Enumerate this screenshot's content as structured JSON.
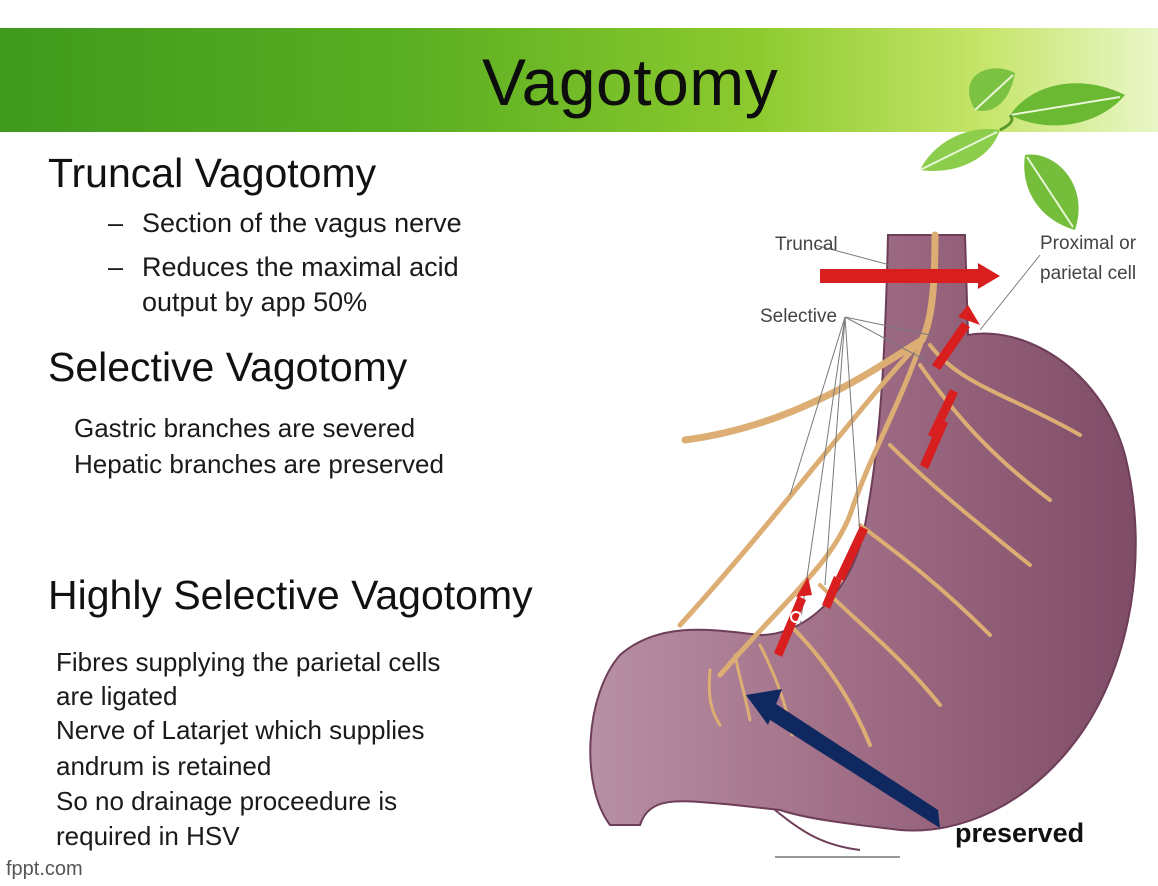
{
  "title": "Vagotomy",
  "sections": {
    "truncal": {
      "heading": "Truncal Vagotomy",
      "bullet_1": "Section of the vagus nerve",
      "bullet_2_line_1": "Reduces the maximal acid",
      "bullet_2_line_2": "output by app 50%",
      "dash": "–"
    },
    "selective": {
      "heading": "Selective Vagotomy",
      "line_1": "Gastric branches are severed",
      "line_2": "Hepatic branches are preserved"
    },
    "highly_selective": {
      "heading": "Highly Selective Vagotomy",
      "lines": [
        "Fibres supplying the parietal cells",
        "are ligated",
        "Nerve of Latarjet which supplies",
        "andrum is retained",
        "So no drainage proceedure is",
        "required in HSV"
      ]
    }
  },
  "diagram": {
    "label_truncal": "Truncal",
    "label_selective": "Selective",
    "label_proximal_1": "Proximal or",
    "label_proximal_2": "parietal cell",
    "label_preserved": "preserved",
    "colors": {
      "stomach": "#9c6a80",
      "nerve": "#dcae74",
      "red_arrow": "#d81e1e",
      "blue_arrow": "#0f2860"
    }
  },
  "footer": "fppt.com"
}
